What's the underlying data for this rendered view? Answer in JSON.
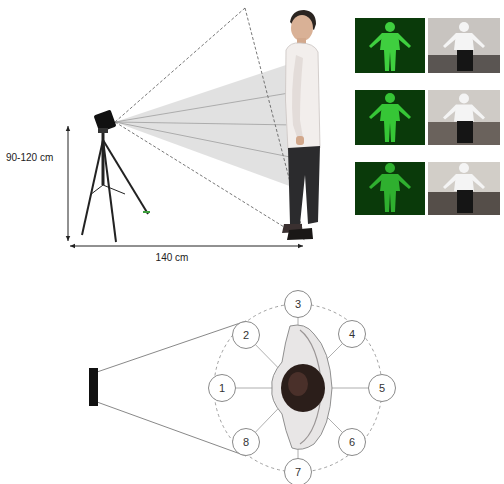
{
  "diagram": {
    "nodes": [
      {
        "text": [
          "1"
        ]
      },
      {
        "text": [
          "2"
        ]
      },
      {
        "text": [
          "3"
        ]
      },
      {
        "text": [
          "4"
        ]
      },
      {
        "text": [
          "5"
        ]
      },
      {
        "text": [
          "6"
        ]
      },
      {
        "text": [
          "7"
        ]
      },
      {
        "text": [
          "8"
        ]
      }
    ],
    "labels": [
      "90-120 cm",
      "140 cm"
    ]
  }
}
